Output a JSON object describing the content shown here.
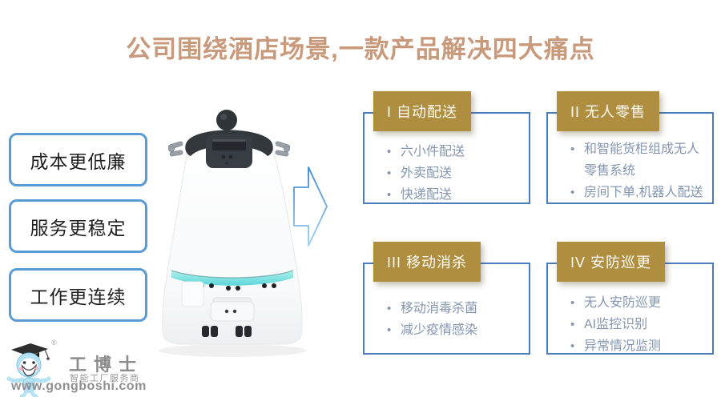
{
  "slide": {
    "title": "公司围绕酒店场景,一款产品解决四大痛点"
  },
  "pain_points": {
    "items": [
      {
        "label": "成本更低廉"
      },
      {
        "label": "服务更稳定"
      },
      {
        "label": "工作更连续"
      }
    ]
  },
  "scenarios": {
    "items": [
      {
        "title": "I 自动配送",
        "bullets": [
          "六小件配送",
          "外卖配送",
          "快递配送"
        ]
      },
      {
        "title": "II 无人零售",
        "bullets": [
          "和智能货柜组成无人零售系统",
          "房间下单,机器人配送"
        ]
      },
      {
        "title": "III 移动消杀",
        "bullets": [
          "移动消毒杀菌",
          "减少疫情感染"
        ]
      },
      {
        "title": "IV 安防巡更",
        "bullets": [
          "无人安防巡更",
          "AI监控识别",
          "异常情况监测"
        ]
      }
    ]
  },
  "logo": {
    "brand": "工博士",
    "tagline": "智能工厂服务商",
    "website": "www.gongboshi.com",
    "registered_mark": "®"
  },
  "colors": {
    "title_text": "#C8997B",
    "panel_border": "#4A7CBE",
    "header_bg": "#B08E3F",
    "header_text": "#FCFBF6",
    "bullet_text": "#8496B0",
    "pain_point_border": "#5B9BD5",
    "robot_light_band": "#6FDCDC",
    "logo_text": "#8B8B8B"
  }
}
